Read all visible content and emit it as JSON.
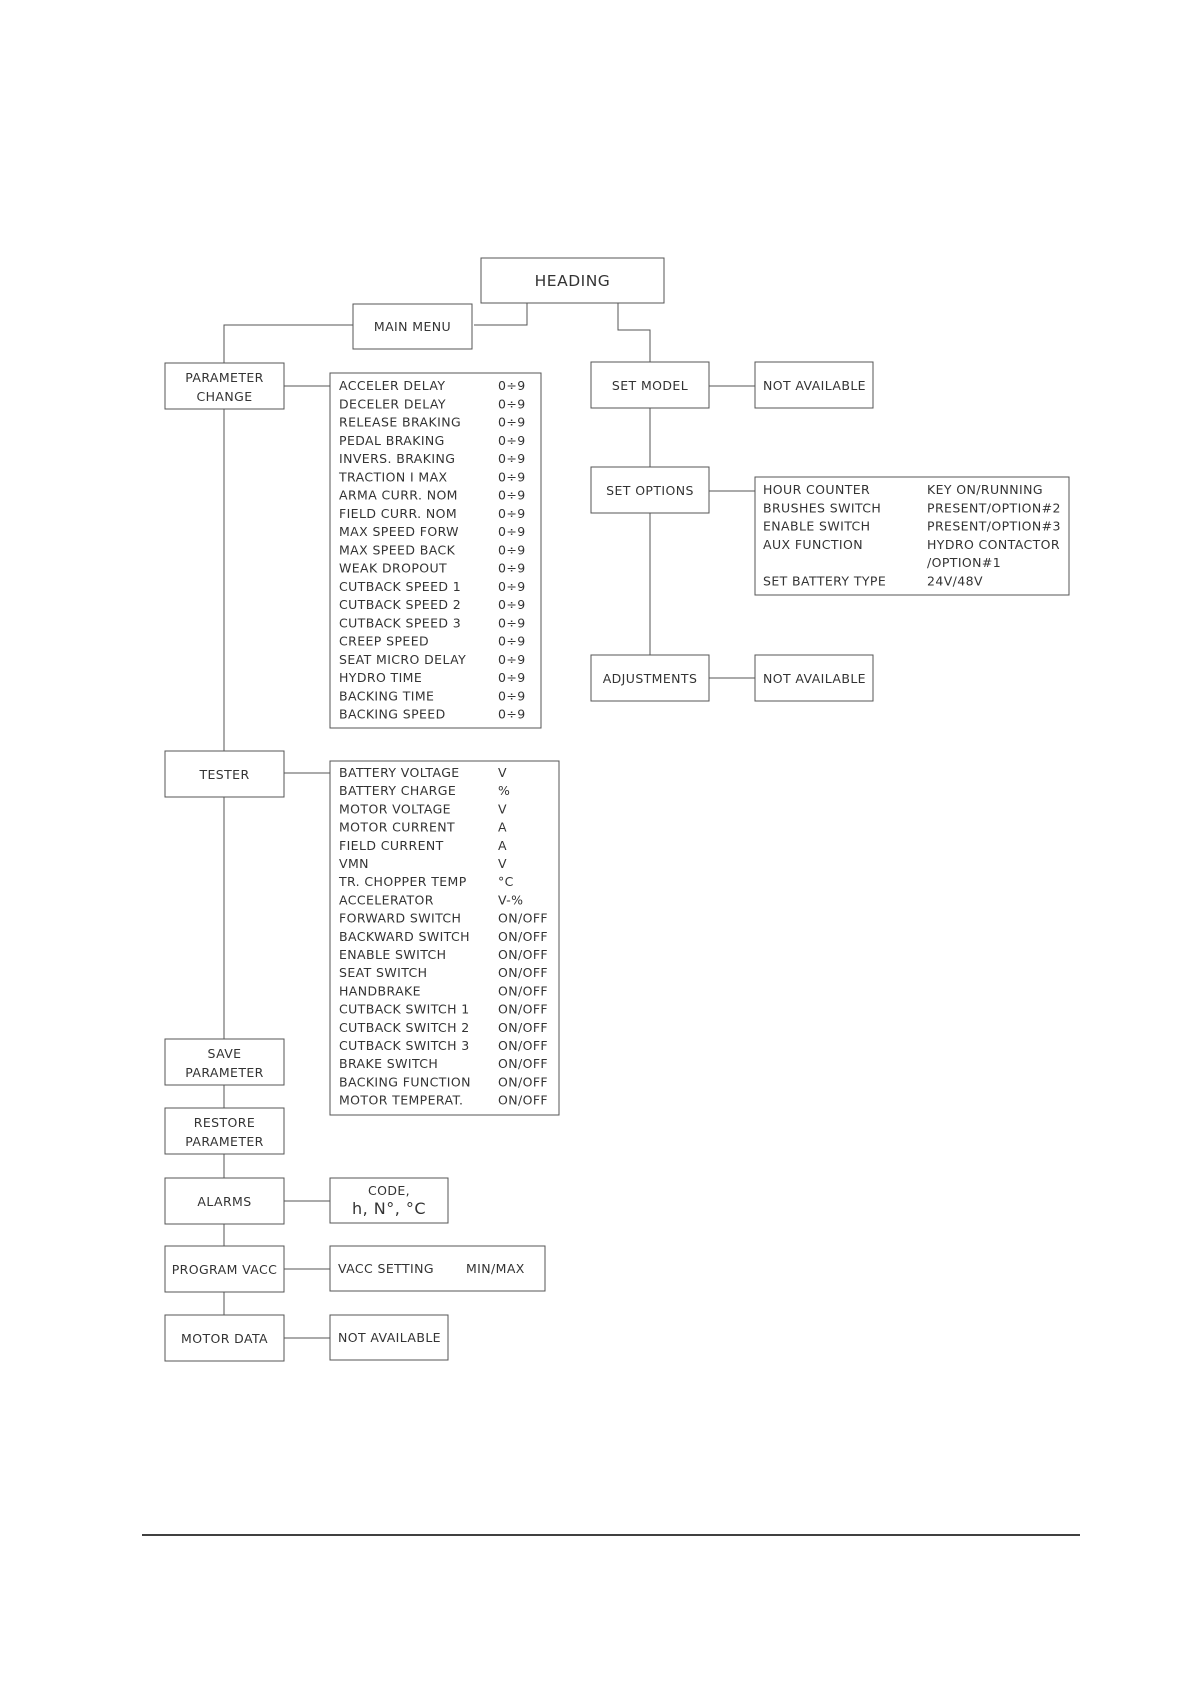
{
  "heading": "HEADING",
  "main_menu": "MAIN MENU",
  "menu": {
    "parameter_change": [
      "PARAMETER",
      "CHANGE"
    ],
    "tester": "TESTER",
    "save_parameter": [
      "SAVE",
      "PARAMETER"
    ],
    "restore_parameter": [
      "RESTORE",
      "PARAMETER"
    ],
    "alarms": "ALARMS",
    "program_vacc": "PROGRAM VACC",
    "motor_data": "MOTOR DATA",
    "set_model": "SET MODEL",
    "set_options": "SET OPTIONS",
    "adjustments": "ADJUSTMENTS"
  },
  "parameters": [
    {
      "name": "ACCELER DELAY",
      "range": "0÷9"
    },
    {
      "name": "DECELER DELAY",
      "range": "0÷9"
    },
    {
      "name": "RELEASE BRAKING",
      "range": "0÷9"
    },
    {
      "name": "PEDAL BRAKING",
      "range": "0÷9"
    },
    {
      "name": "INVERS. BRAKING",
      "range": "0÷9"
    },
    {
      "name": "TRACTION I MAX",
      "range": "0÷9"
    },
    {
      "name": "ARMA CURR. NOM",
      "range": "0÷9"
    },
    {
      "name": "FIELD CURR. NOM",
      "range": "0÷9"
    },
    {
      "name": "MAX SPEED FORW",
      "range": "0÷9"
    },
    {
      "name": "MAX SPEED BACK",
      "range": "0÷9"
    },
    {
      "name": "WEAK DROPOUT",
      "range": "0÷9"
    },
    {
      "name": "CUTBACK SPEED 1",
      "range": "0÷9"
    },
    {
      "name": "CUTBACK SPEED 2",
      "range": "0÷9"
    },
    {
      "name": "CUTBACK SPEED 3",
      "range": "0÷9"
    },
    {
      "name": "CREEP SPEED",
      "range": "0÷9"
    },
    {
      "name": "SEAT MICRO DELAY",
      "range": "0÷9"
    },
    {
      "name": "HYDRO TIME",
      "range": "0÷9"
    },
    {
      "name": "BACKING TIME",
      "range": "0÷9"
    },
    {
      "name": "BACKING SPEED",
      "range": "0÷9"
    }
  ],
  "tester_items": [
    {
      "name": "BATTERY VOLTAGE",
      "unit": "V"
    },
    {
      "name": "BATTERY CHARGE",
      "unit": "%"
    },
    {
      "name": "MOTOR VOLTAGE",
      "unit": "V"
    },
    {
      "name": "MOTOR CURRENT",
      "unit": "A"
    },
    {
      "name": "FIELD CURRENT",
      "unit": "A"
    },
    {
      "name": "VMN",
      "unit": "V"
    },
    {
      "name": "TR. CHOPPER TEMP",
      "unit": "°C"
    },
    {
      "name": "ACCELERATOR",
      "unit": "V-%"
    },
    {
      "name": "FORWARD SWITCH",
      "unit": "ON/OFF"
    },
    {
      "name": "BACKWARD SWITCH",
      "unit": "ON/OFF"
    },
    {
      "name": "ENABLE SWITCH",
      "unit": "ON/OFF"
    },
    {
      "name": "SEAT SWITCH",
      "unit": "ON/OFF"
    },
    {
      "name": "HANDBRAKE",
      "unit": "ON/OFF"
    },
    {
      "name": "CUTBACK SWITCH 1",
      "unit": "ON/OFF"
    },
    {
      "name": "CUTBACK SWITCH 2",
      "unit": "ON/OFF"
    },
    {
      "name": "CUTBACK SWITCH 3",
      "unit": "ON/OFF"
    },
    {
      "name": "BRAKE SWITCH",
      "unit": "ON/OFF"
    },
    {
      "name": "BACKING FUNCTION",
      "unit": "ON/OFF"
    },
    {
      "name": "MOTOR TEMPERAT.",
      "unit": "ON/OFF"
    }
  ],
  "alarms_detail": [
    "CODE,",
    "h, N°, °C"
  ],
  "vacc_detail": {
    "name": "VACC SETTING",
    "value": "MIN/MAX"
  },
  "not_available": "NOT AVAILABLE",
  "options": [
    {
      "name": "HOUR COUNTER",
      "value": "KEY ON/RUNNING"
    },
    {
      "name": "BRUSHES SWITCH",
      "value": "PRESENT/OPTION#2"
    },
    {
      "name": "ENABLE SWITCH",
      "value": "PRESENT/OPTION#3"
    },
    {
      "name": "AUX FUNCTION",
      "value": "HYDRO CONTACTOR"
    },
    {
      "name": "",
      "value": "/OPTION#1"
    },
    {
      "name": "SET BATTERY TYPE",
      "value": "24V/48V"
    }
  ]
}
